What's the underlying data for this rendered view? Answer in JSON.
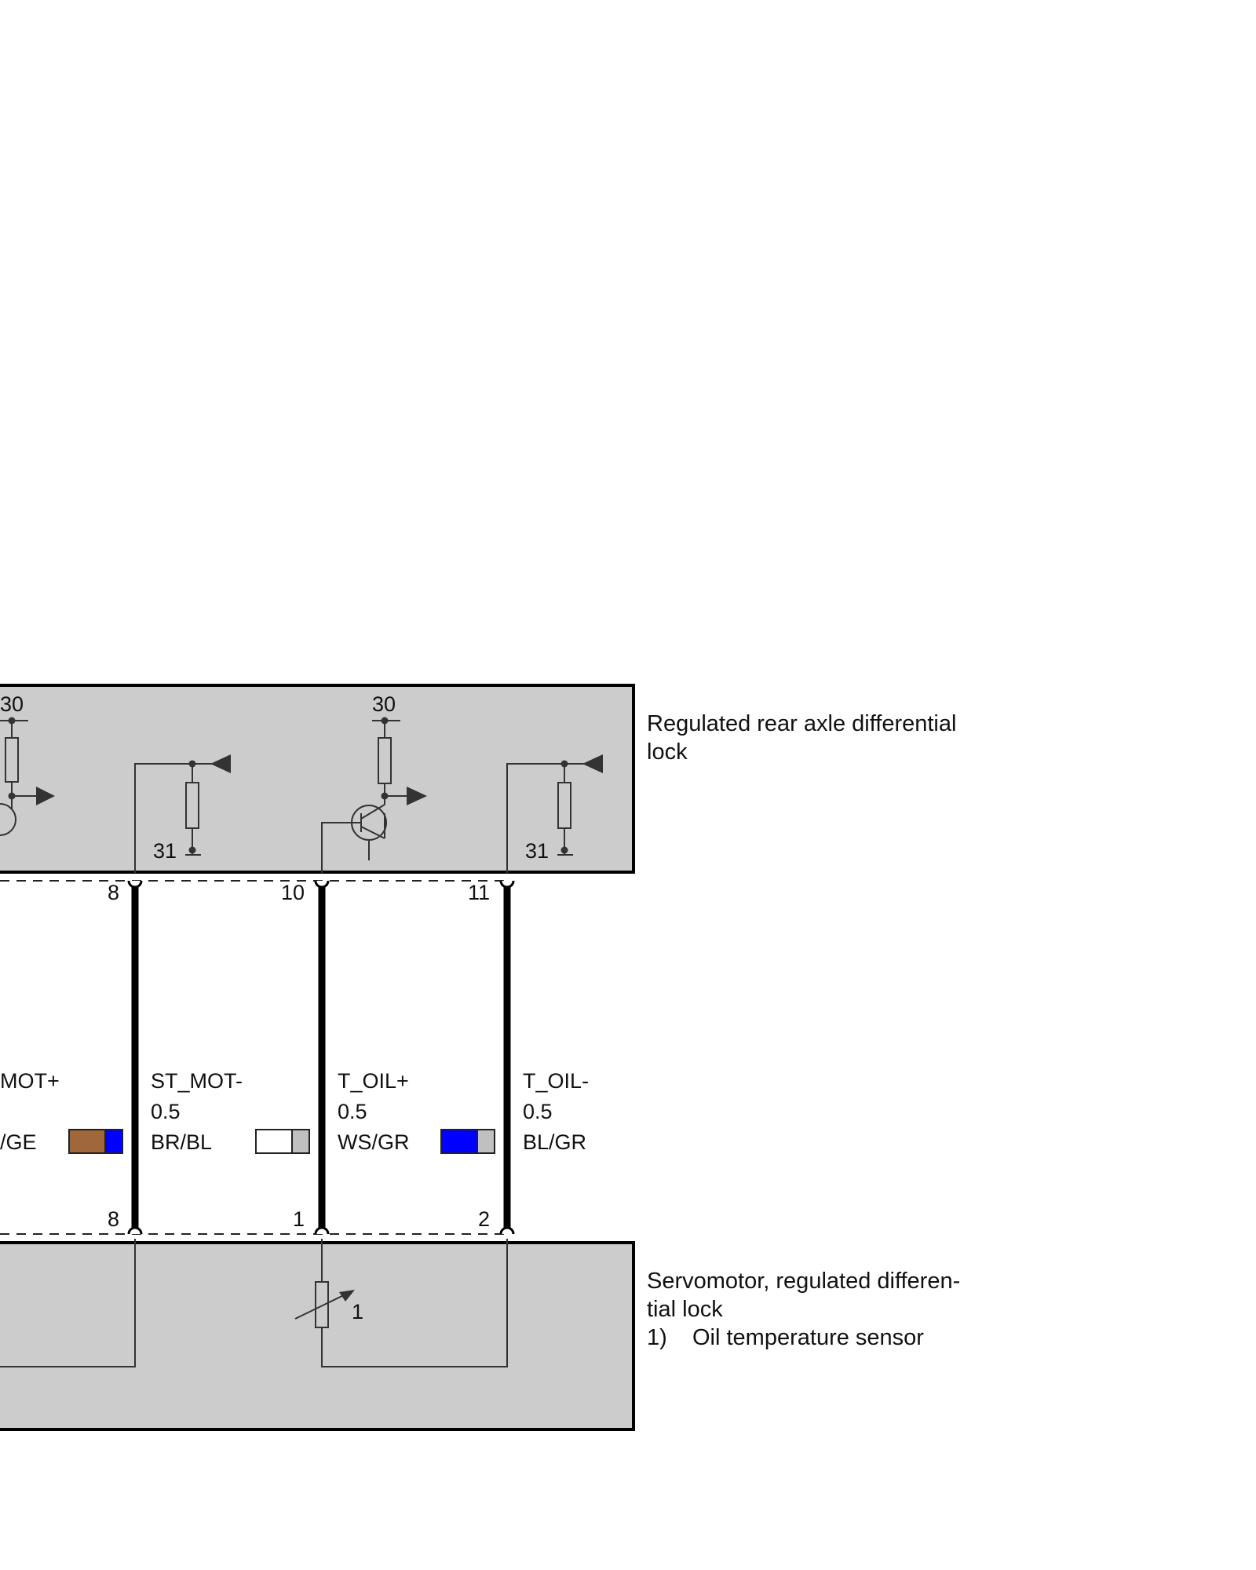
{
  "control_unit": {
    "caption_line1": "Regulated rear axle differential",
    "caption_line2": "lock",
    "terminal_30_left": "30",
    "terminal_30_right": "30",
    "terminal_31_left": "31",
    "terminal_31_right": "31"
  },
  "servomotor": {
    "caption_line1": "Servomotor, regulated differen-",
    "caption_line2": "tial lock",
    "note_number": "1)",
    "note_text": "Oil temperature sensor",
    "sensor_ref": "1"
  },
  "upper_pins": [
    "8",
    "10",
    "11"
  ],
  "lower_pins": [
    "8",
    "1",
    "2"
  ],
  "wires": [
    {
      "signal": "MOT+",
      "size": "",
      "color_code": "/GE",
      "color_main": "#a0683a",
      "color_stripe": "#0000ff"
    },
    {
      "signal": "ST_MOT-",
      "size": "0.5",
      "color_code": "BR/BL",
      "color_main": "#ffffff",
      "color_stripe": "#c0c0c0"
    },
    {
      "signal": "T_OIL+",
      "size": "0.5",
      "color_code": "WS/GR",
      "color_main": "#0000ff",
      "color_stripe": "#c0c0c0"
    },
    {
      "signal": "T_OIL-",
      "size": "0.5",
      "color_code": "BL/GR",
      "color_main": "",
      "color_stripe": ""
    }
  ]
}
